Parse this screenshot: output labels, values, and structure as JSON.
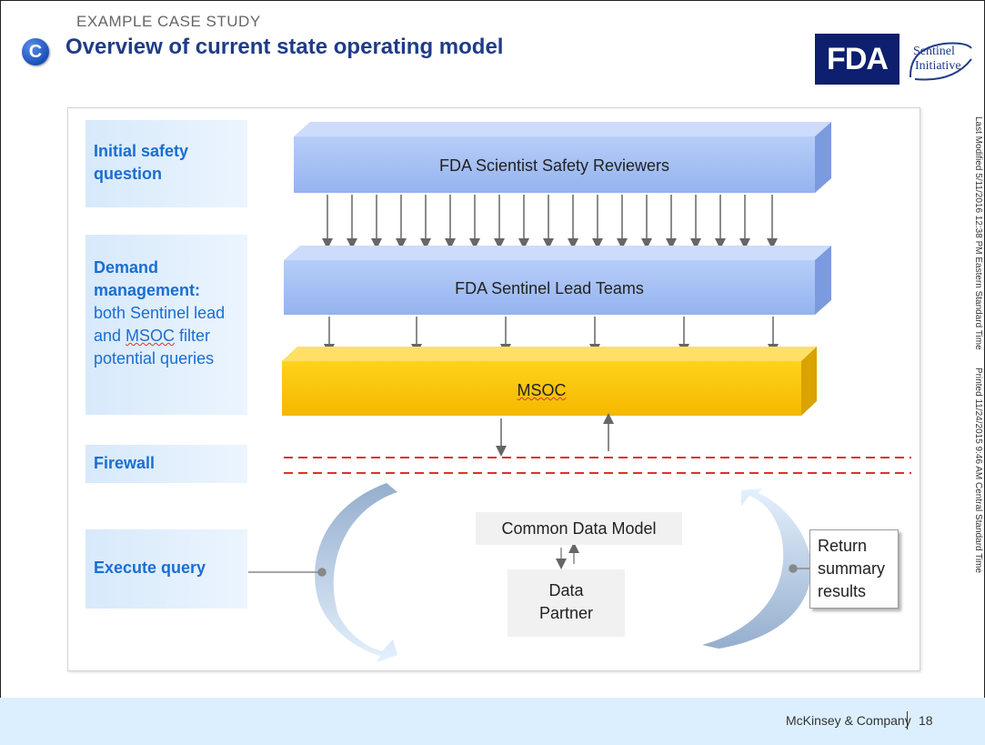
{
  "header": {
    "kicker": "EXAMPLE CASE STUDY",
    "badge": "C",
    "title": "Overview of current state operating model",
    "fda_logo": "FDA",
    "sentinel_logo_line1": "Sentinel",
    "sentinel_logo_line2": "Initiative"
  },
  "left_labels": {
    "initial": "Initial safety question",
    "demand_bold": "Demand management:",
    "demand_text_1": "both Sentinel lead and ",
    "demand_text_msoc": "MSOC",
    "demand_text_2": " filter potential queries",
    "firewall": "Firewall",
    "execute": "Execute query"
  },
  "diagram": {
    "top_bar": "FDA Scientist  Safety Reviewers",
    "middle_bar": "FDA Sentinel  Lead Teams",
    "msoc_bar": "MSOC",
    "common_data_model": "Common Data Model",
    "data_partner_line1": "Data",
    "data_partner_line2": "Partner",
    "return_line1": "Return",
    "return_line2": "summary",
    "return_line3": "results"
  },
  "side_notes": {
    "last_modified": "Last Modified 5/11/2016 12:38 PM Eastern Standard Time",
    "printed": "Printed 11/24/2015 9:46 AM Central Standard Time"
  },
  "footer": {
    "company": "McKinsey & Company",
    "page": "18"
  },
  "colors": {
    "title": "#1f3c88",
    "left_text": "#1a6ed2",
    "bar_blue": "#a4c0f4",
    "bar_gold": "#ffc800",
    "firewall": "#e03030",
    "footer_bg": "#dcefff"
  }
}
